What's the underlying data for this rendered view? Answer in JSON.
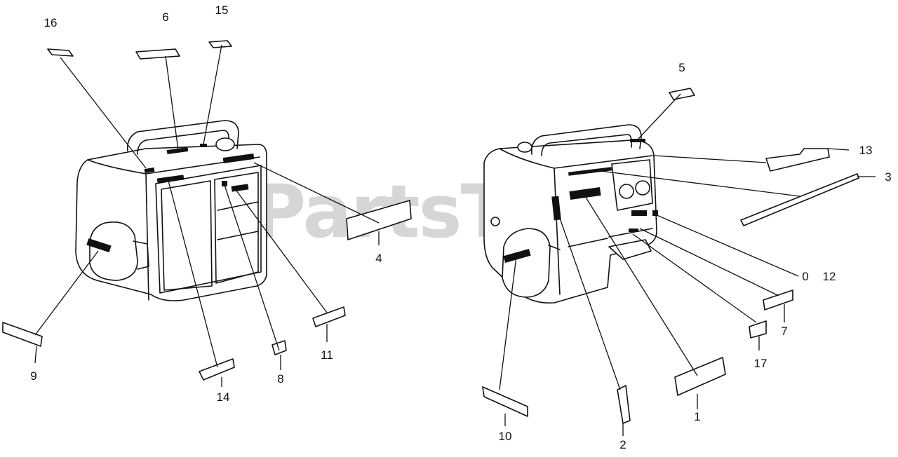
{
  "watermark": "PartsTree",
  "callouts": [
    "1",
    "2",
    "3",
    "4",
    "5",
    "6",
    "7",
    "8",
    "9",
    "10",
    "11",
    "12",
    "13",
    "14",
    "15",
    "16",
    "17"
  ],
  "callout_12_prefix": "0",
  "colors": {
    "ink": "#111111",
    "background": "#ffffff",
    "watermark": "#d6d6d6"
  }
}
